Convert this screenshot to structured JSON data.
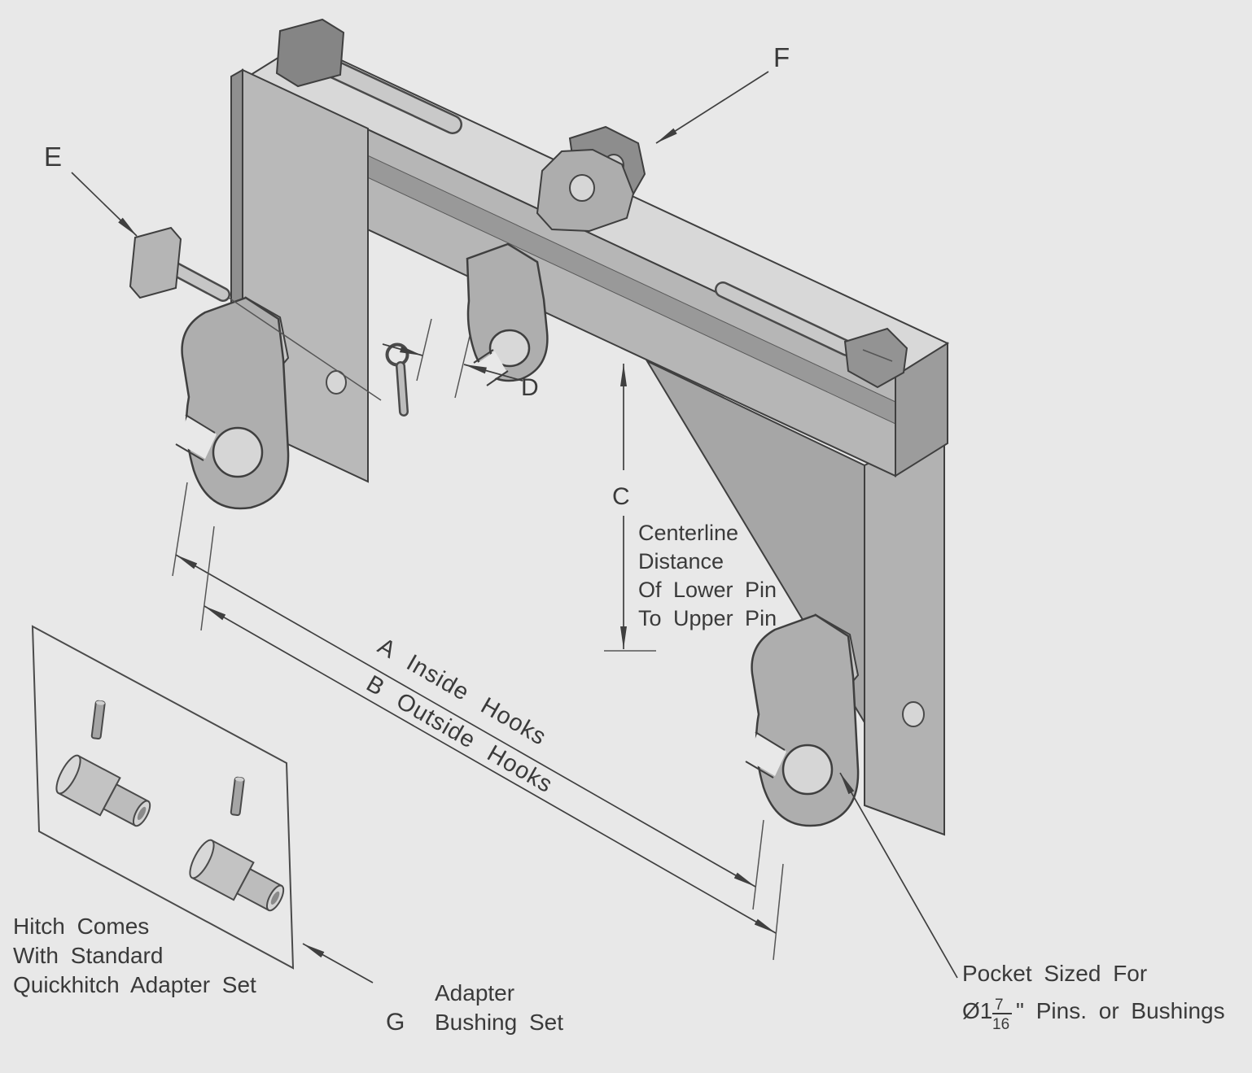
{
  "diagram": {
    "callouts": {
      "e": "E",
      "f": "F",
      "c": "C",
      "d": "D",
      "g": "G"
    },
    "dimensions": {
      "a_label": "A Inside Hooks",
      "b_label": "B Outside Hooks",
      "centerline_note": {
        "line1": "Centerline",
        "line2": "Distance",
        "line3": "Of Lower Pin",
        "line4": "To Upper Pin"
      }
    },
    "notes": {
      "hitch": {
        "line1": "Hitch Comes",
        "line2": "With Standard",
        "line3": "Quickhitch Adapter Set"
      },
      "adapter": {
        "line1": "Adapter",
        "line2": "Bushing Set"
      },
      "pocket": {
        "line1": "Pocket Sized For",
        "prefix": "Ø1",
        "numerator": "7",
        "denominator": "16",
        "suffix": "\" Pins. or Bushings"
      }
    },
    "colors": {
      "background": "#e8e8e8",
      "line": "#3f3f3f",
      "metal_light": "#d8d8d8",
      "metal_mid": "#b6b6b6",
      "metal_dark": "#9c9c9c"
    }
  }
}
